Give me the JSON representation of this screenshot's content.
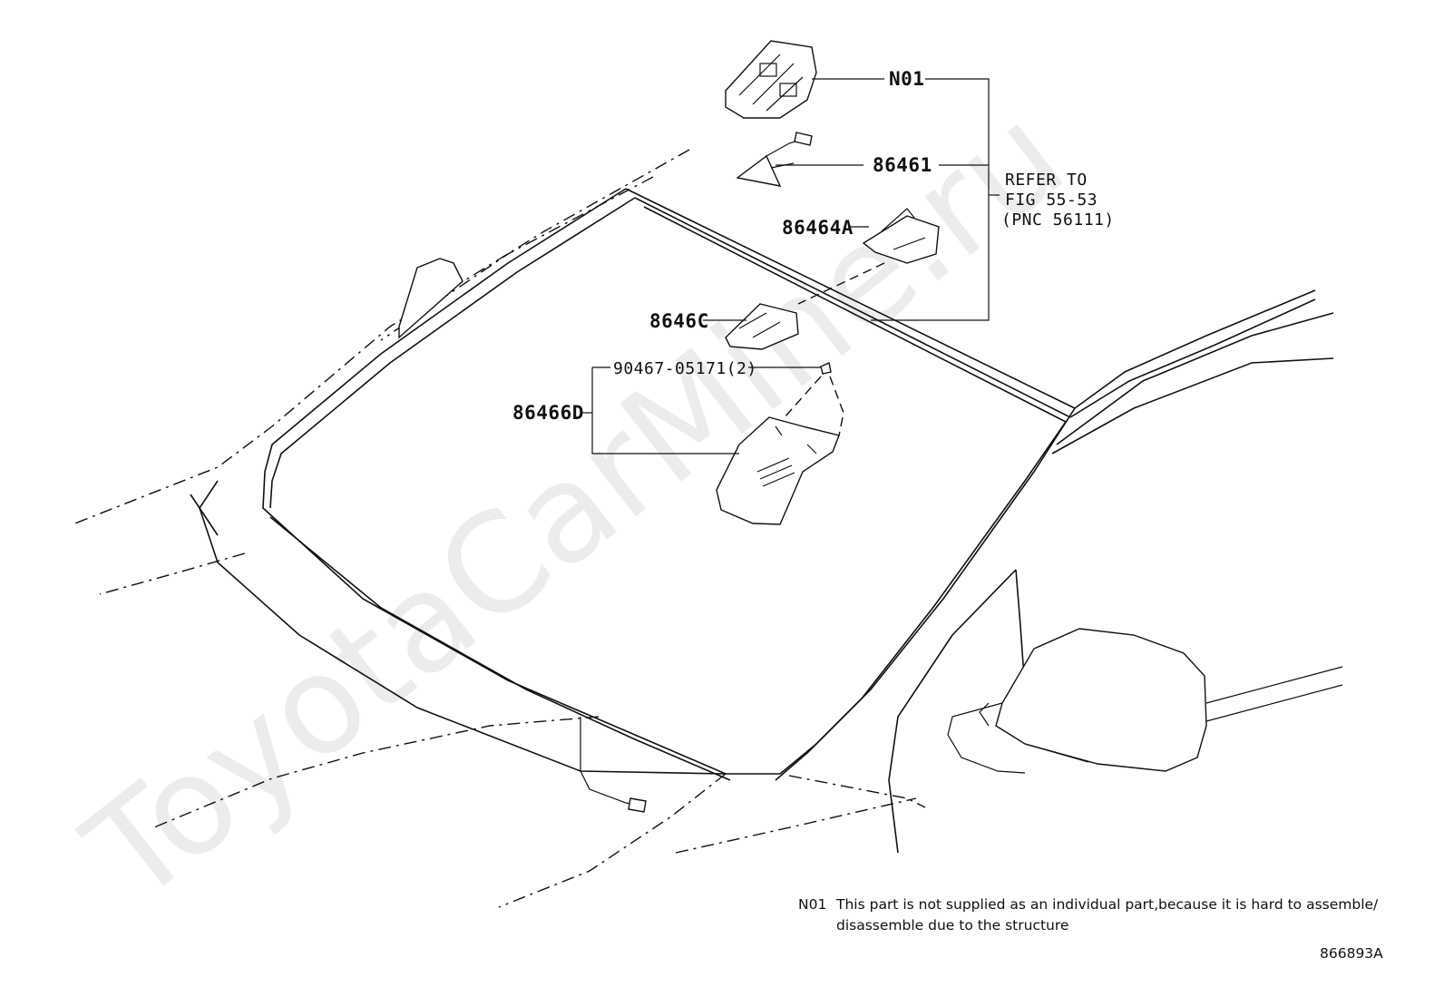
{
  "diagram": {
    "watermark": "ToyotaCarMine.ru",
    "callouts": {
      "n01": "N01",
      "p86461": "86461",
      "p86464a": "86464A",
      "p8646c": "8646C",
      "p90467": "90467-05171(2)",
      "p86466d": "86466D"
    },
    "refer": {
      "line1": "REFER TO",
      "line2": "FIG 55-53",
      "line3": "(PNC 56111)"
    },
    "note": {
      "code": "N01",
      "line1": "This part is not supplied as an individual part,because it is hard to assemble/",
      "line2": "disassemble due to the structure"
    },
    "figure_id": "866893A"
  }
}
